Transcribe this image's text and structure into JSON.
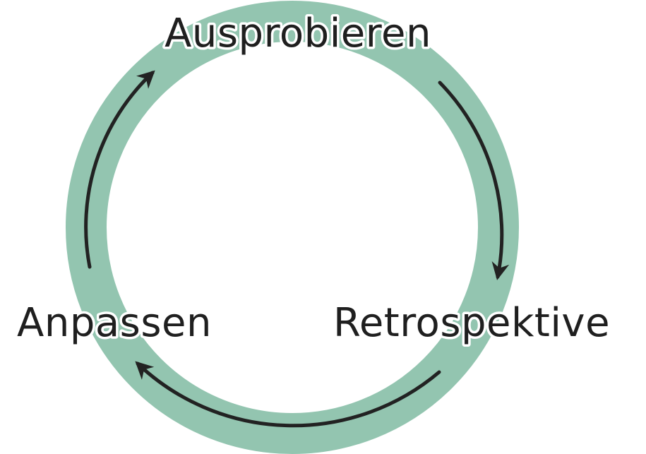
{
  "stages": [
    {
      "label": "Ausprobieren"
    },
    {
      "label": "Retrospektive"
    },
    {
      "label": "Anpassen"
    }
  ],
  "colors": {
    "ring": "#93c5b0",
    "arrow": "#222222",
    "text": "#1f1f1f",
    "background": "#ffffff"
  }
}
